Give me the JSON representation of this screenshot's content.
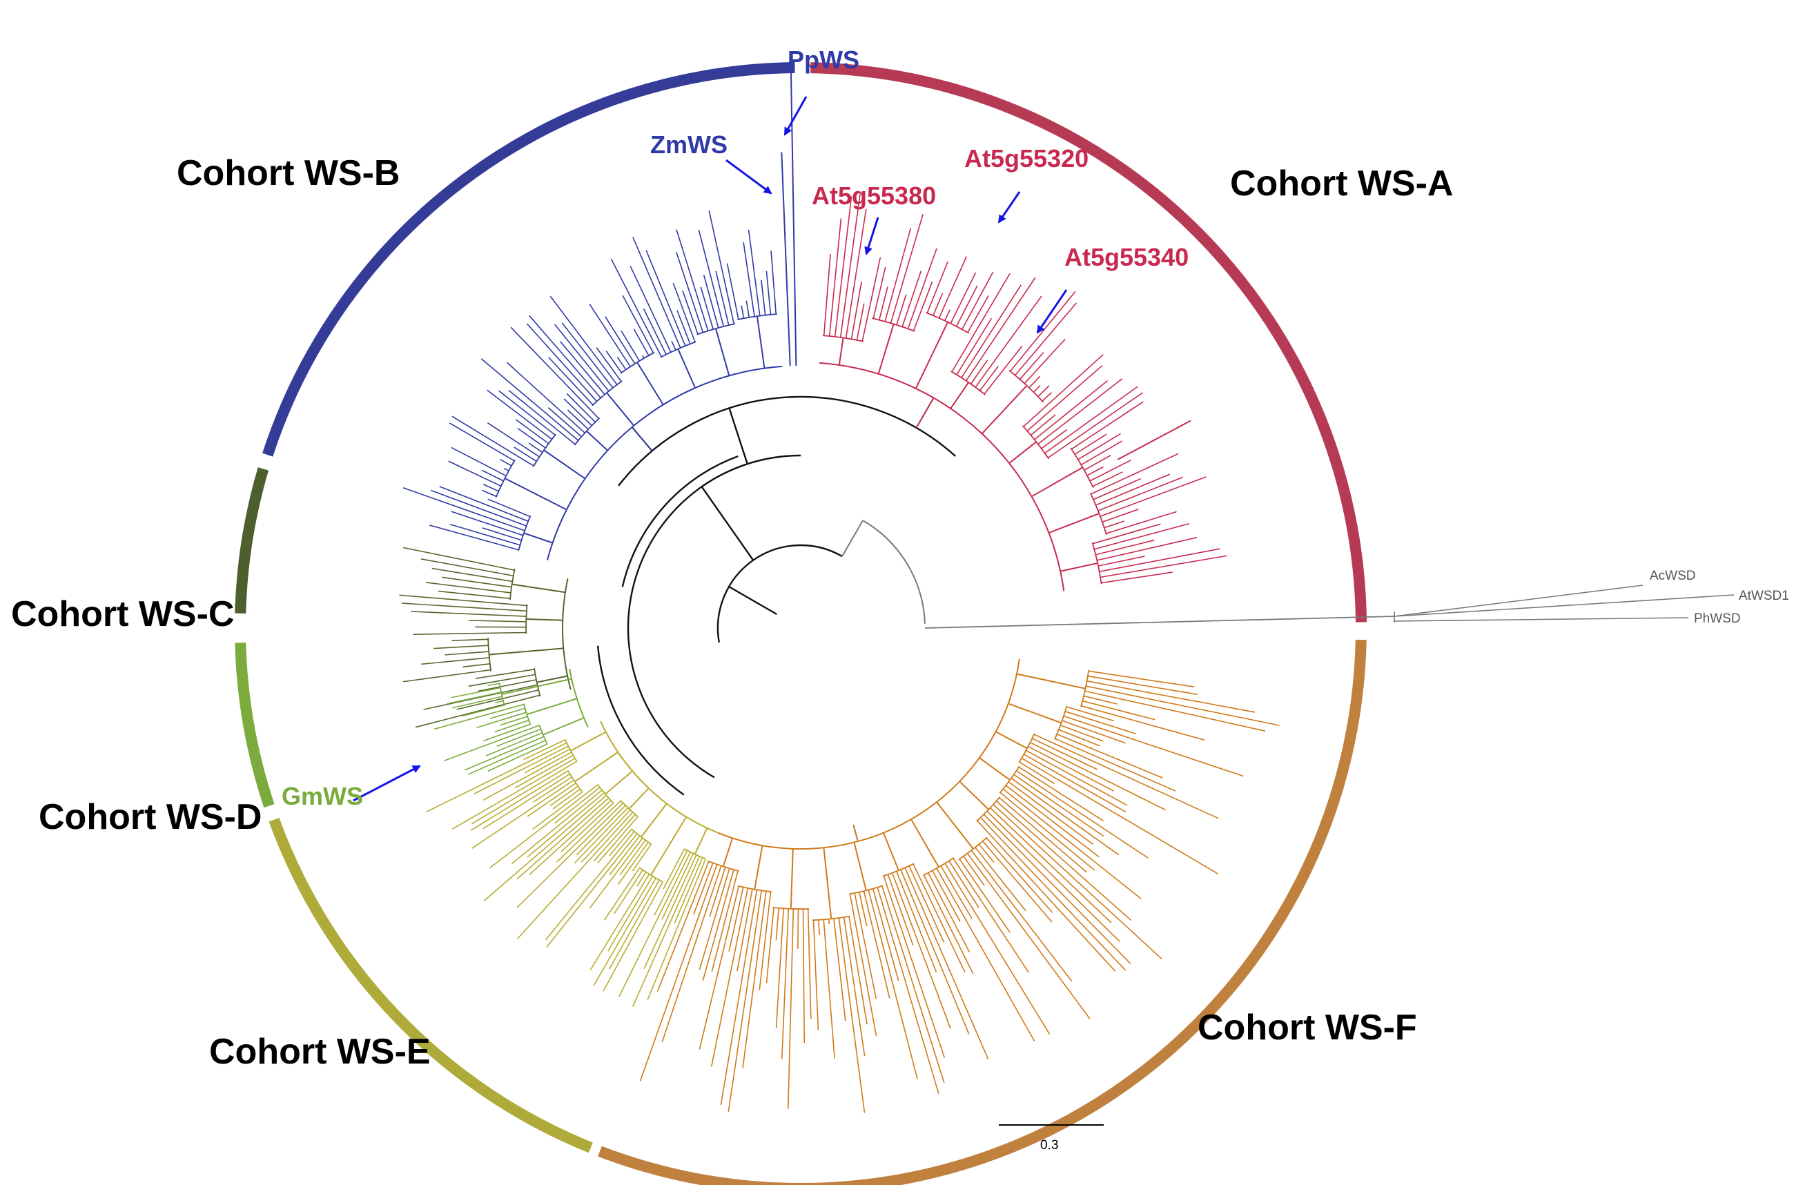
{
  "cohorts": [
    {
      "id": "A",
      "label": "Cohort WS-A",
      "color": "#b73a55"
    },
    {
      "id": "B",
      "label": "Cohort WS-B",
      "color": "#343c97"
    },
    {
      "id": "C",
      "label": "Cohort WS-C",
      "color": "#4d5f2c"
    },
    {
      "id": "D",
      "label": "Cohort WS-D",
      "color": "#7aab3c"
    },
    {
      "id": "E",
      "label": "Cohort WS-E",
      "color": "#afab3a"
    },
    {
      "id": "F",
      "label": "Cohort WS-F",
      "color": "#c0813f"
    }
  ],
  "genes": {
    "ppws": "PpWS",
    "zmws": "ZmWS",
    "at5g55380": "At5g55380",
    "at5g55320": "At5g55320",
    "at5g55340": "At5g55340",
    "gmws": "GmWS"
  },
  "gene_colors": {
    "blue": "#2f3aa6",
    "red": "#c8294f",
    "green": "#7aab3c",
    "arrow": "#1414e6"
  },
  "outgroup": [
    "AcWSD",
    "AtWSD1",
    "PhWSD"
  ],
  "scale_bar": {
    "label": "0.3",
    "value": 0.3
  }
}
